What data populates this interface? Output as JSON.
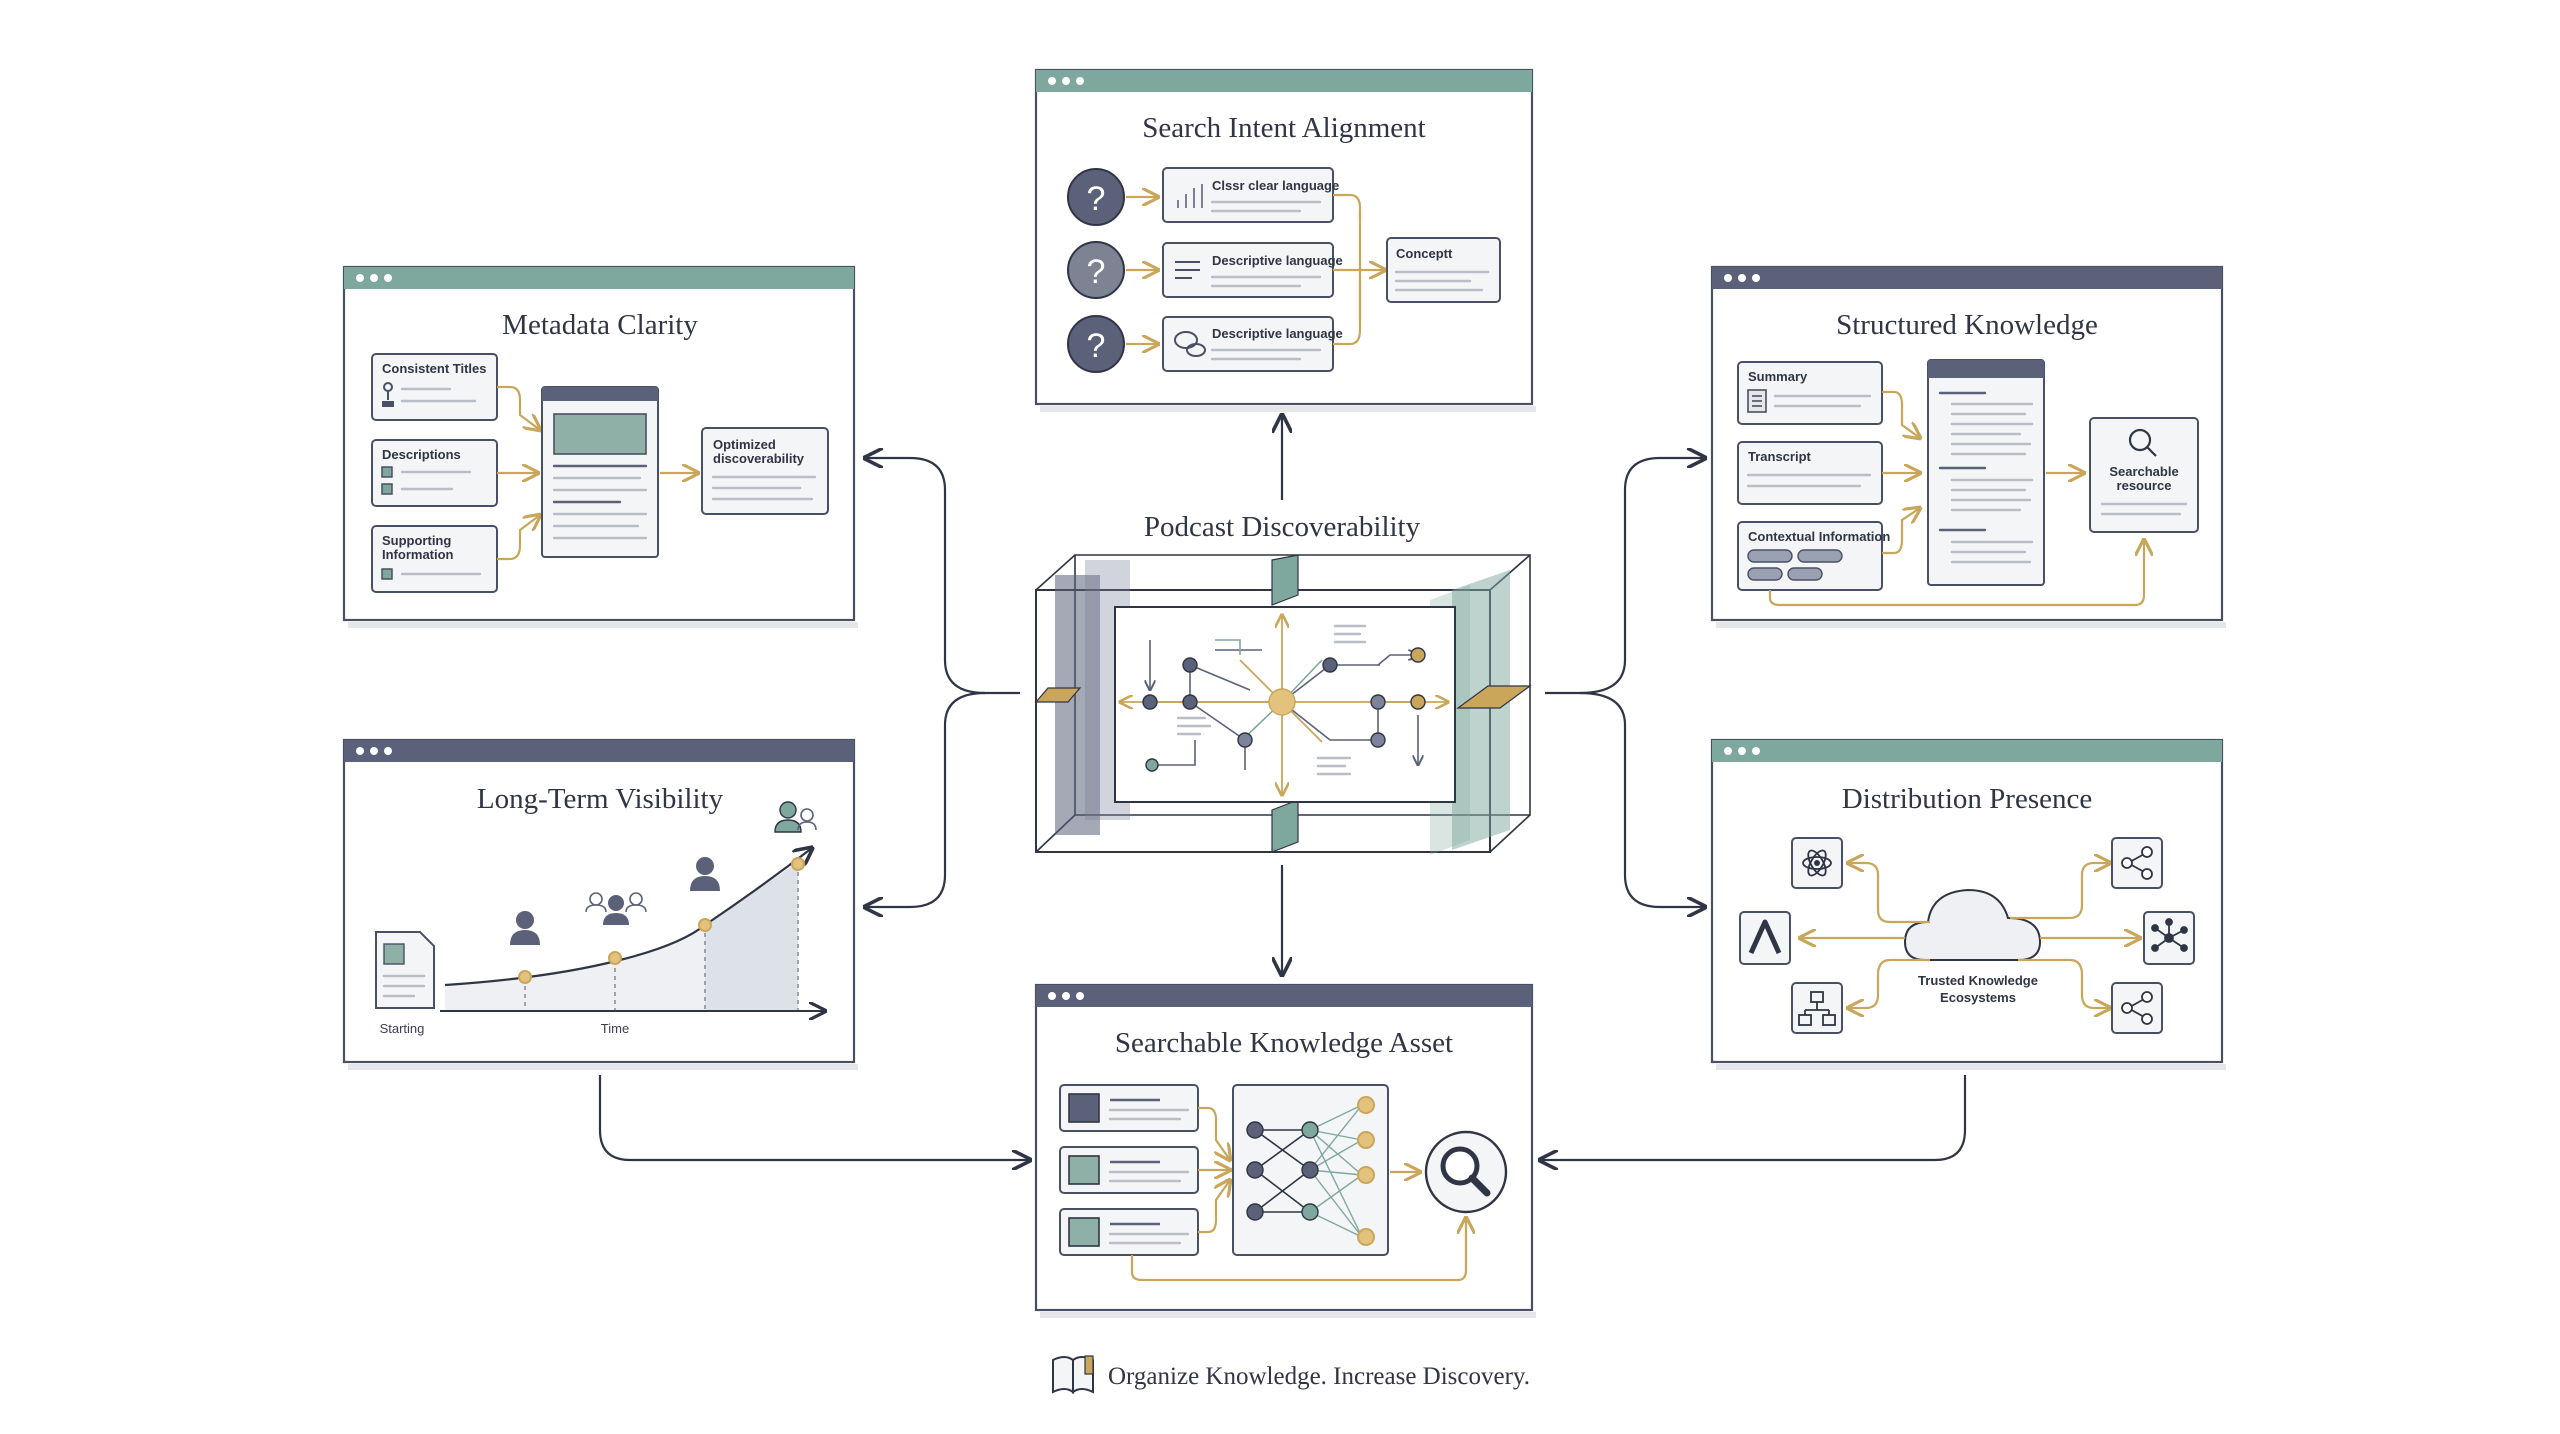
{
  "center": {
    "title": "Podcast Discoverability"
  },
  "panels": {
    "search_intent": {
      "title": "Search Intent Alignment",
      "items": [
        "Clssr clear language",
        "Descriptive language",
        "Descriptive language"
      ],
      "result": "Conceptt"
    },
    "metadata": {
      "title": "Metadata Clarity",
      "items": [
        "Consistent Titles",
        "Descriptions",
        "Supporting",
        "Information"
      ],
      "result_line1": "Optimized",
      "result_line2": "discoverability"
    },
    "structured": {
      "title": "Structured Knowledge",
      "items": [
        "Summary",
        "Transcript",
        "Contextual Information"
      ],
      "result_line1": "Searchable",
      "result_line2": "resource"
    },
    "long_term": {
      "title": "Long-Term Visibility",
      "x_start": "Starting",
      "x_label": "Time"
    },
    "distribution": {
      "title": "Distribution Presence",
      "hub_line1": "Trusted Knowledge",
      "hub_line2": "Ecosystems"
    },
    "asset": {
      "title": "Searchable Knowledge Asset"
    }
  },
  "footer": {
    "tagline": "Organize Knowledge. Increase Discovery."
  },
  "colors": {
    "header_teal": "#7ea89d",
    "header_slate": "#5b6178",
    "accent_gold": "#c9a659",
    "ink": "#2f3544",
    "teal_fill": "#8fb0a6"
  }
}
